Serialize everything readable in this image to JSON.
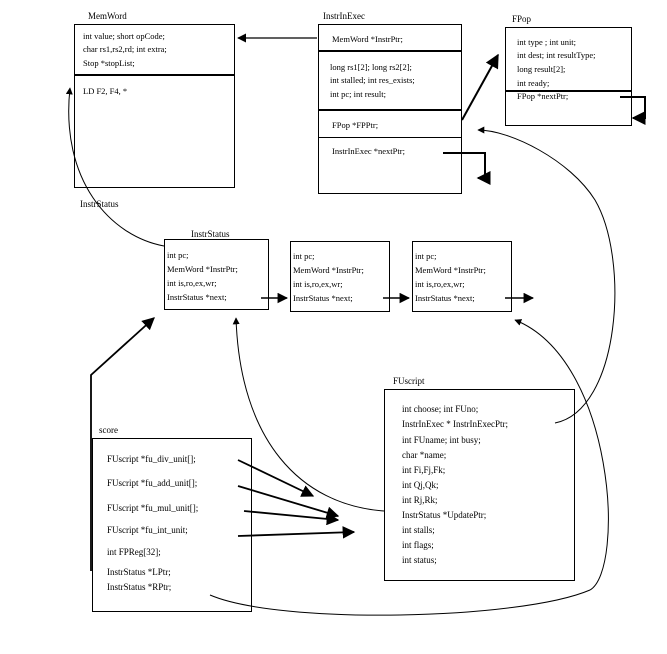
{
  "memword": {
    "title": "MemWord",
    "fields": [
      "int value;  short opCode;",
      "char rs1,rs2,rd; int extra;",
      "Stop *stopList;"
    ],
    "example": "LD F2, F4, *"
  },
  "instrinexec": {
    "title": "InstrInExec",
    "header": "MemWord *InstrPtr;",
    "fields": [
      "long rs1[2];  long rs2[2];",
      "int stalled;  int res_exists;",
      "int pc;  int result;"
    ],
    "fpptr": "FPop *FPPtr;",
    "next": "InstrInExec *nextPtr;"
  },
  "fpop": {
    "title": "FPop",
    "fields": [
      "int type ;  int unit;",
      "int dest;  int resultType;",
      "long result[2];",
      "int ready;"
    ],
    "next": "FPop *nextPtr;"
  },
  "instrstatus": {
    "title": "InstrStatus",
    "side_label": "InstrStatus",
    "nodes": [
      {
        "lines": [
          "int pc;",
          "MemWord *InstrPtr;",
          "int is,ro,ex,wr;",
          "InstrStatus *next;"
        ]
      },
      {
        "lines": [
          "int pc;",
          "MemWord *InstrPtr;",
          "int is,ro,ex,wr;",
          "InstrStatus *next;"
        ]
      },
      {
        "lines": [
          "int pc;",
          "MemWord *InstrPtr;",
          "int is,ro,ex,wr;",
          "InstrStatus *next;"
        ]
      }
    ]
  },
  "score": {
    "title": "score",
    "fields": [
      "FUscript *fu_div_unit[];",
      "FUscript *fu_add_unit[];",
      "FUscript *fu_mul_unit[];",
      "FUscript *fu_int_unit;",
      "int FPReg[32];",
      "InstrStatus *LPtr;",
      "InstrStatus *RPtr;"
    ]
  },
  "fuscript": {
    "title": "FUscript",
    "fields": [
      "int choose;  int FUno;",
      "InstrInExec * InstrInExecPtr;",
      "int FUname;  int busy;",
      "char *name;",
      "int Fi,Fj,Fk;",
      "int Qj,Qk;",
      "int Rj,Rk;",
      "InstrStatus *UpdatePtr;",
      "int stalls;",
      "int flags;",
      "int status;"
    ]
  }
}
